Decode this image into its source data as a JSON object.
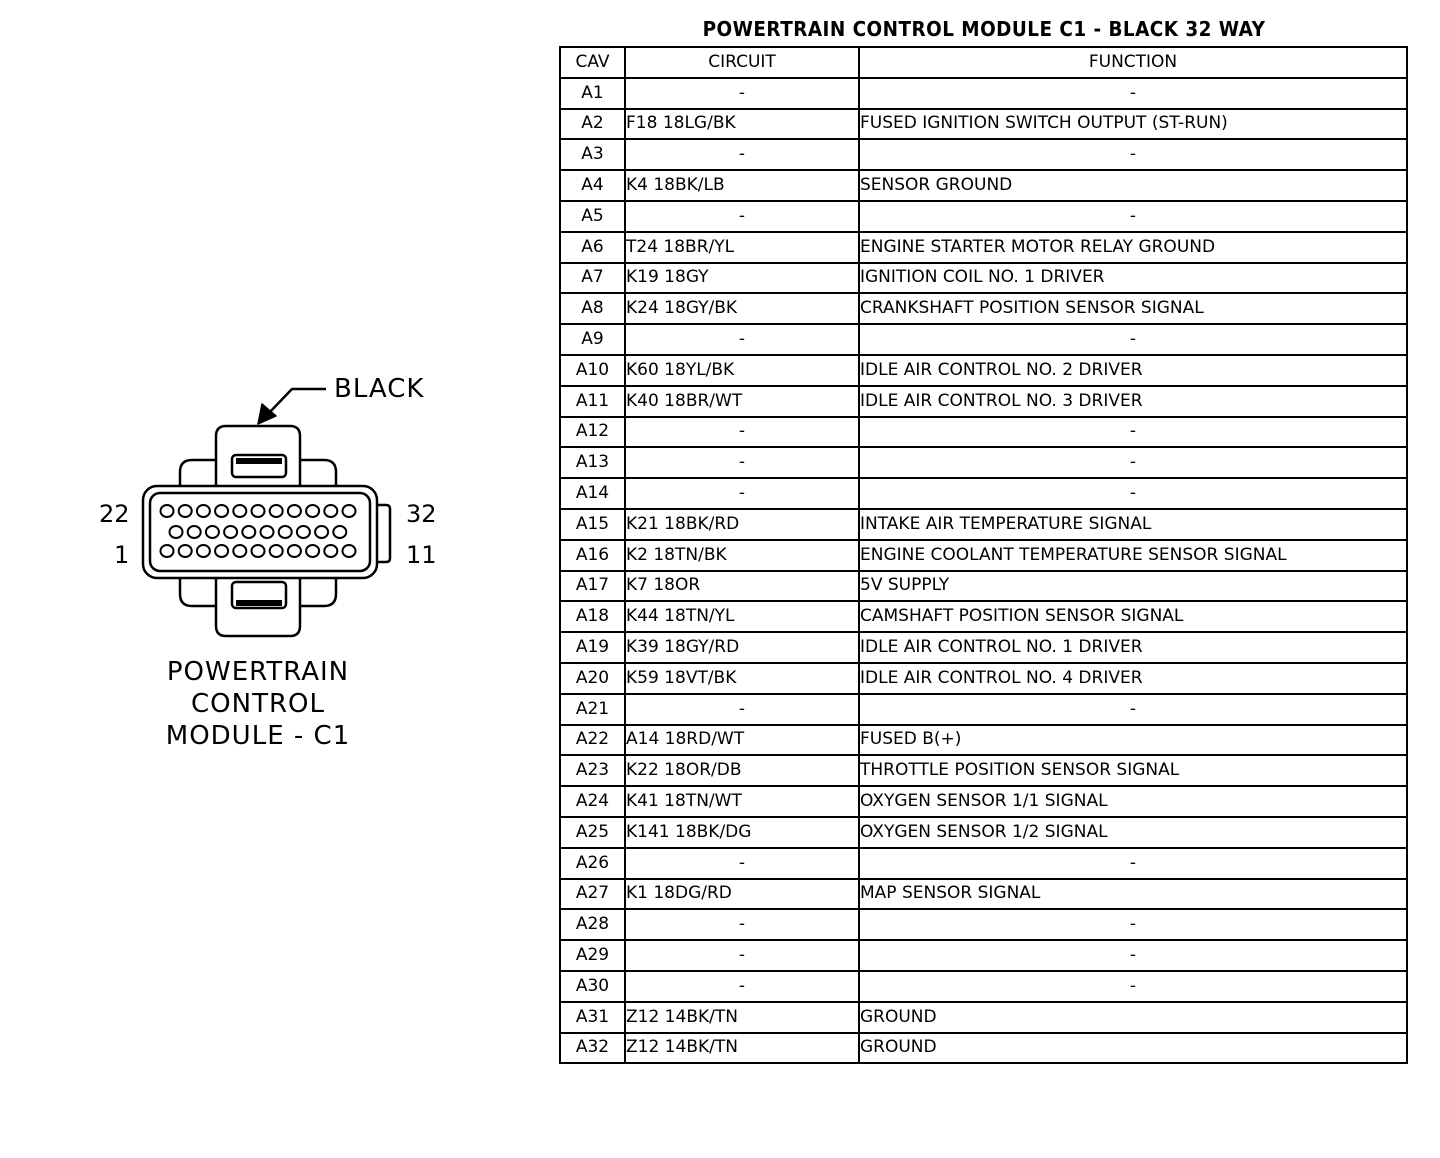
{
  "connector": {
    "color_label": "BLACK",
    "pin_labels": {
      "top_left": "22",
      "bottom_left": "1",
      "top_right": "32",
      "bottom_right": "11"
    },
    "caption": [
      "POWERTRAIN",
      "CONTROL",
      "MODULE - C1"
    ]
  },
  "table": {
    "title": "POWERTRAIN CONTROL MODULE C1 - BLACK 32 WAY",
    "headers": {
      "cav": "CAV",
      "circuit": "CIRCUIT",
      "function": "FUNCTION"
    },
    "rows": [
      {
        "cav": "A1",
        "circuit": "-",
        "function": "-"
      },
      {
        "cav": "A2",
        "circuit": "F18 18LG/BK",
        "function": "FUSED IGNITION SWITCH OUTPUT (ST-RUN)"
      },
      {
        "cav": "A3",
        "circuit": "-",
        "function": "-"
      },
      {
        "cav": "A4",
        "circuit": "K4 18BK/LB",
        "function": "SENSOR GROUND"
      },
      {
        "cav": "A5",
        "circuit": "-",
        "function": "-"
      },
      {
        "cav": "A6",
        "circuit": "T24 18BR/YL",
        "function": "ENGINE STARTER MOTOR RELAY GROUND"
      },
      {
        "cav": "A7",
        "circuit": "K19 18GY",
        "function": "IGNITION COIL NO. 1 DRIVER"
      },
      {
        "cav": "A8",
        "circuit": "K24 18GY/BK",
        "function": "CRANKSHAFT POSITION SENSOR SIGNAL"
      },
      {
        "cav": "A9",
        "circuit": "-",
        "function": "-"
      },
      {
        "cav": "A10",
        "circuit": "K60 18YL/BK",
        "function": "IDLE AIR CONTROL NO. 2 DRIVER"
      },
      {
        "cav": "A11",
        "circuit": "K40 18BR/WT",
        "function": "IDLE AIR CONTROL NO. 3 DRIVER"
      },
      {
        "cav": "A12",
        "circuit": "-",
        "function": "-"
      },
      {
        "cav": "A13",
        "circuit": "-",
        "function": "-"
      },
      {
        "cav": "A14",
        "circuit": "-",
        "function": "-"
      },
      {
        "cav": "A15",
        "circuit": "K21 18BK/RD",
        "function": "INTAKE AIR TEMPERATURE SIGNAL"
      },
      {
        "cav": "A16",
        "circuit": "K2 18TN/BK",
        "function": "ENGINE COOLANT TEMPERATURE SENSOR SIGNAL"
      },
      {
        "cav": "A17",
        "circuit": "K7 18OR",
        "function": "5V SUPPLY"
      },
      {
        "cav": "A18",
        "circuit": "K44 18TN/YL",
        "function": "CAMSHAFT POSITION SENSOR SIGNAL"
      },
      {
        "cav": "A19",
        "circuit": "K39 18GY/RD",
        "function": "IDLE AIR CONTROL NO. 1 DRIVER"
      },
      {
        "cav": "A20",
        "circuit": "K59 18VT/BK",
        "function": "IDLE AIR CONTROL NO. 4 DRIVER"
      },
      {
        "cav": "A21",
        "circuit": "-",
        "function": "-"
      },
      {
        "cav": "A22",
        "circuit": "A14 18RD/WT",
        "function": "FUSED B(+)"
      },
      {
        "cav": "A23",
        "circuit": "K22 18OR/DB",
        "function": "THROTTLE POSITION SENSOR SIGNAL"
      },
      {
        "cav": "A24",
        "circuit": "K41 18TN/WT",
        "function": "OXYGEN SENSOR 1/1 SIGNAL"
      },
      {
        "cav": "A25",
        "circuit": "K141 18BK/DG",
        "function": "OXYGEN SENSOR 1/2 SIGNAL"
      },
      {
        "cav": "A26",
        "circuit": "-",
        "function": "-"
      },
      {
        "cav": "A27",
        "circuit": "K1 18DG/RD",
        "function": "MAP SENSOR SIGNAL"
      },
      {
        "cav": "A28",
        "circuit": "-",
        "function": "-"
      },
      {
        "cav": "A29",
        "circuit": "-",
        "function": "-"
      },
      {
        "cav": "A30",
        "circuit": "-",
        "function": "-"
      },
      {
        "cav": "A31",
        "circuit": "Z12 14BK/TN",
        "function": "GROUND"
      },
      {
        "cav": "A32",
        "circuit": "Z12 14BK/TN",
        "function": "GROUND"
      }
    ]
  }
}
